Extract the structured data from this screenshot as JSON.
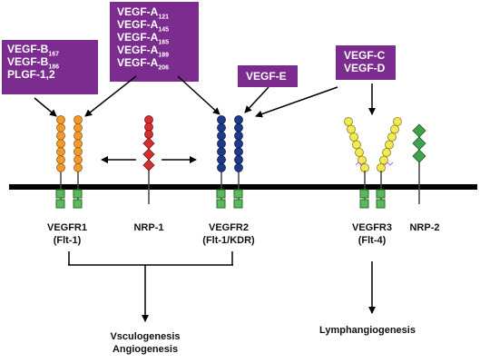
{
  "ligands": {
    "vegfr1_ligands": [
      {
        "base": "VEGF-B",
        "sub": "167"
      },
      {
        "base": "VEGF-B",
        "sub": "186"
      },
      {
        "base": "PLGF-1,2",
        "sub": ""
      }
    ],
    "vegfa_isoforms": [
      {
        "base": "VEGF-A",
        "sub": "121"
      },
      {
        "base": "VEGF-A",
        "sub": "145"
      },
      {
        "base": "VEGF-A",
        "sub": "165"
      },
      {
        "base": "VEGF-A",
        "sub": "189"
      },
      {
        "base": "VEGF-A",
        "sub": "206"
      }
    ],
    "vegf_e": "VEGF-E",
    "vegf_cd": [
      "VEGF-C",
      "VEGF-D"
    ]
  },
  "receptors": {
    "vegfr1": {
      "name": "VEGFR1",
      "alias": "(Flt-1)"
    },
    "nrp1": {
      "name": "NRP-1"
    },
    "vegfr2": {
      "name": "VEGFR2",
      "alias": "(Flt-1/KDR)"
    },
    "vegfr3": {
      "name": "VEGFR3",
      "alias": "(Flt-4)"
    },
    "nrp2": {
      "name": "NRP-2"
    }
  },
  "outcomes": {
    "vascular": [
      "Vsculogenesis",
      "Angiogenesis"
    ],
    "lymphatic": "Lymphangiogenesis"
  },
  "colors": {
    "ligand_box": "#7c2b8f",
    "vegfr1_domain": "#f0992d",
    "nrp1_domain": "#d32f2f",
    "vegfr2_domain": "#1f3a8a",
    "vegfr3_domain": "#f2ea55",
    "nrp2_domain": "#3fa34d",
    "kinase": "#5cb85c",
    "membrane": "#000000"
  }
}
